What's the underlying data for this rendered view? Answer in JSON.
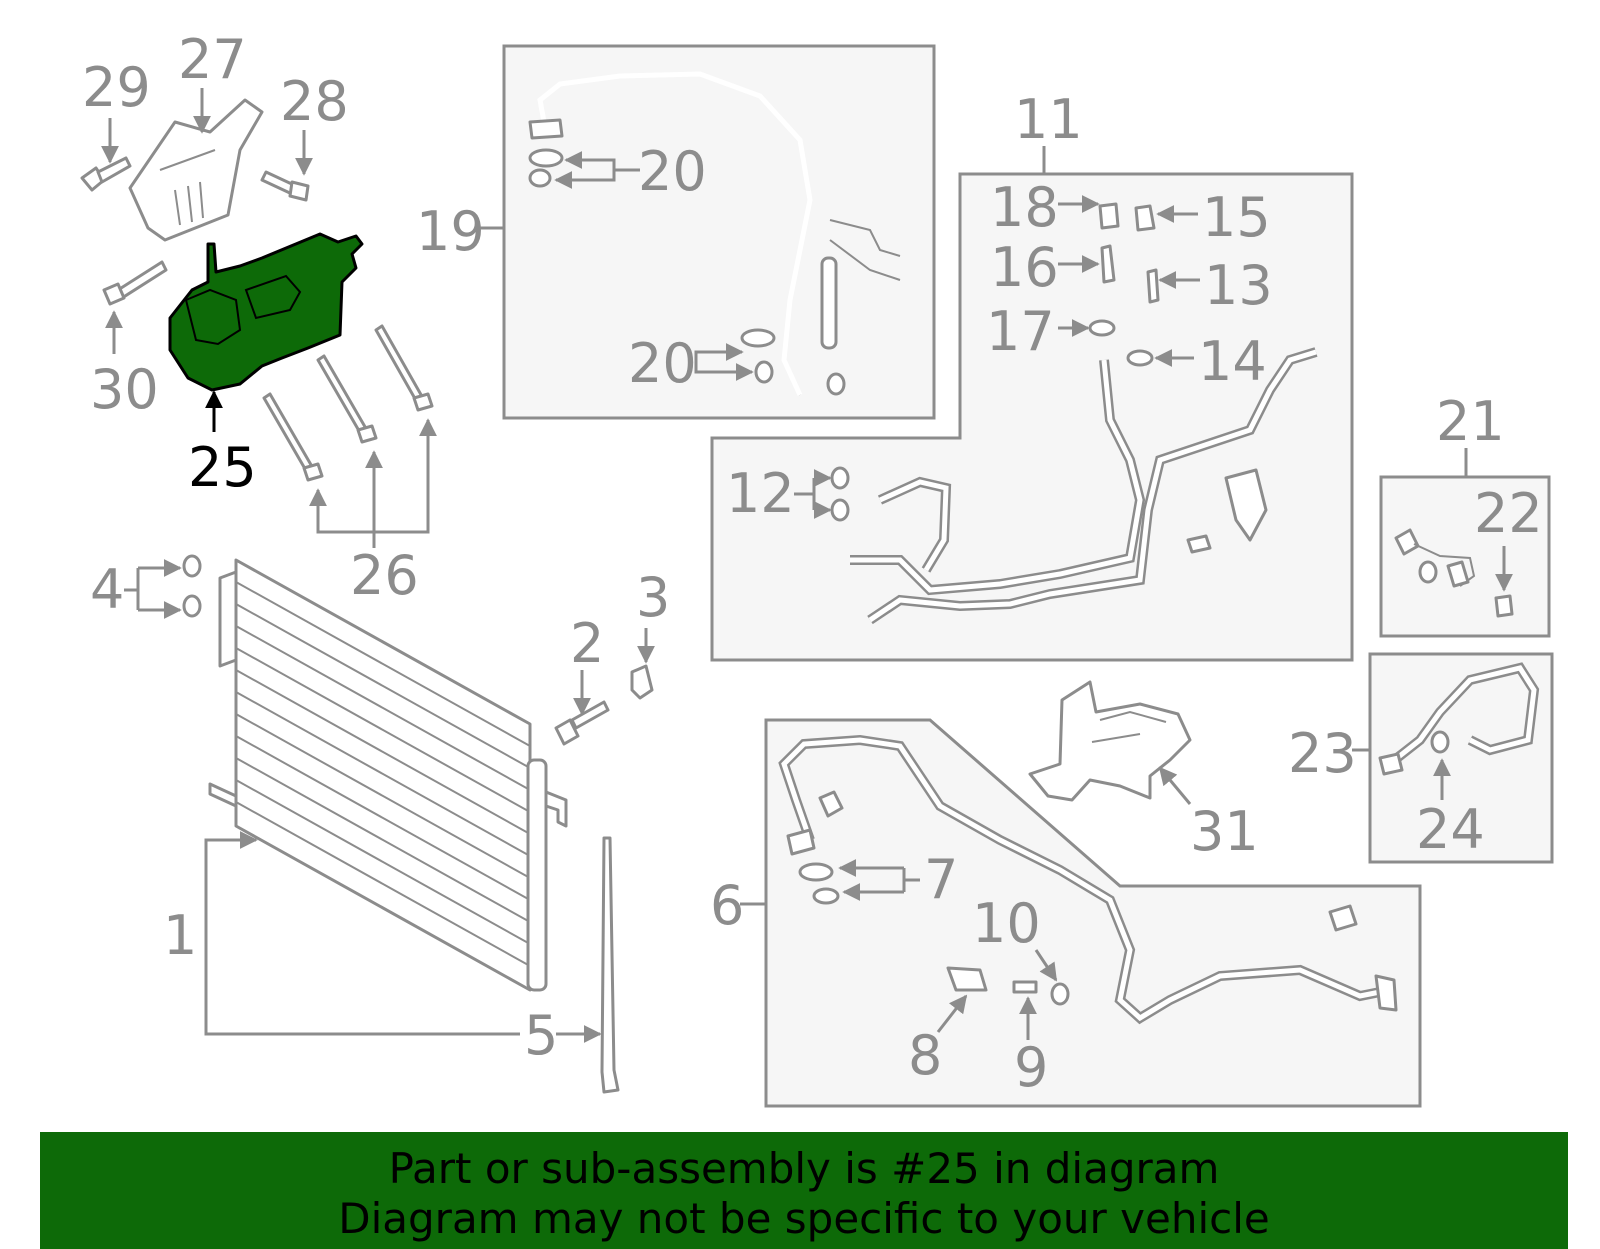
{
  "highlight_color": "#0d6a08",
  "highlighted_part": "25",
  "callouts": [
    "1",
    "2",
    "3",
    "4",
    "5",
    "6",
    "7",
    "8",
    "9",
    "10",
    "11",
    "12",
    "13",
    "14",
    "15",
    "16",
    "17",
    "18",
    "19",
    "20",
    "20",
    "21",
    "22",
    "23",
    "24",
    "25",
    "26",
    "27",
    "28",
    "29",
    "30",
    "31"
  ],
  "banner": {
    "line1": "Part or sub-assembly is #25 in diagram",
    "line2": "Diagram may not be specific to your vehicle"
  }
}
